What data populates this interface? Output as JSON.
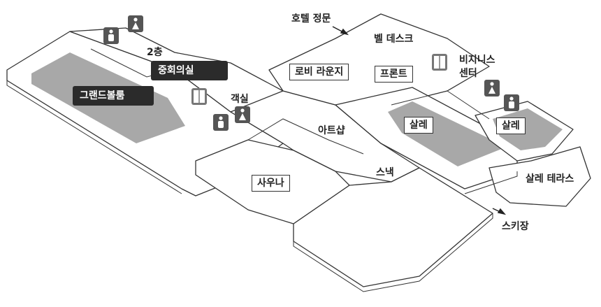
{
  "labels": {
    "hotel_gate": "호텔 정문",
    "bell_desk": "벨 데스크",
    "business_center_1": "비지니스",
    "business_center_2": "센터",
    "lobby_lounge": "로비 라운지",
    "front": "프론트",
    "second_floor": "2층",
    "conference_room": "중회의실",
    "grand_ballroom": "그랜드볼룸",
    "guest_rooms": "객실",
    "art_shop": "아트샵",
    "salle_1": "살레",
    "salle_2": "살레",
    "sauna": "사우나",
    "snack": "스낵",
    "salle_terrace": "살레 테라스",
    "ski_area": "스키장"
  },
  "icons": [
    "restroom-male-icon",
    "restroom-female-icon",
    "elevator-icon"
  ],
  "colors": {
    "line": "#333333",
    "floor_gray": "#a8a8a8",
    "icon_bg": "#555555",
    "dark_label": "#2b2b2b"
  }
}
